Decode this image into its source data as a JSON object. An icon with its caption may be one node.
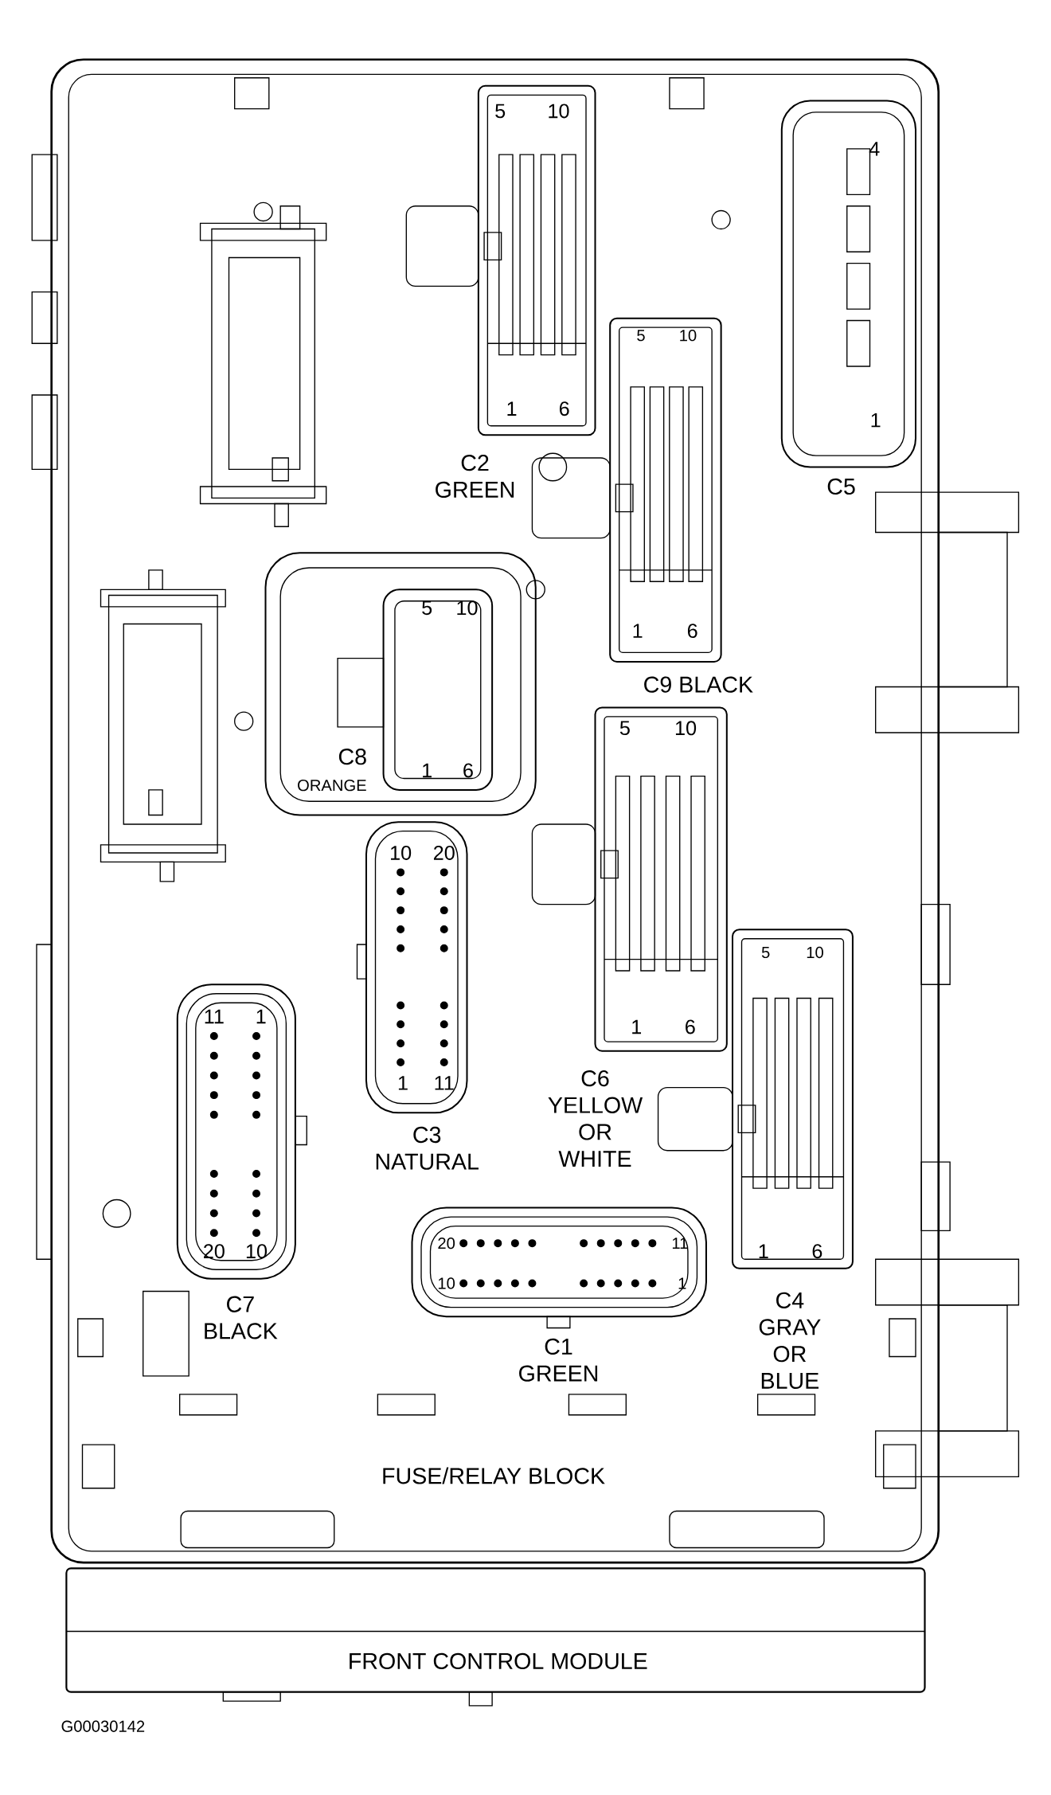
{
  "diagram": {
    "labels": [
      "5",
      "10",
      "4",
      "5",
      "10",
      "1",
      "6",
      "1",
      "C2 GREEN",
      "C5",
      "5",
      "10",
      "1",
      "6",
      "C9 BLACK",
      "5",
      "10",
      "C8",
      "1",
      "6",
      "ORANGE",
      "10",
      "20",
      "5",
      "10",
      "11",
      "1",
      "1",
      "6",
      "1",
      "11",
      "C6 YELLOW OR WHITE",
      "C3 NATURAL",
      "20",
      "11",
      "20",
      "10",
      "1",
      "6",
      "10",
      "1",
      "C7 BLACK",
      "C4 GRAY OR BLUE",
      "C1 GREEN",
      "FUSE/RELAY BLOCK",
      "FRONT CONTROL MODULE",
      "G00030142"
    ]
  }
}
